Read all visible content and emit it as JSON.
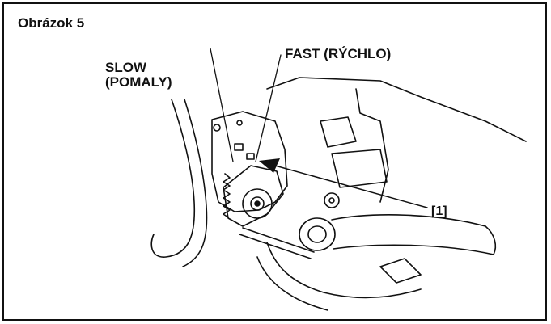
{
  "figure": {
    "title": "Obrázok 5",
    "slow_label": "SLOW",
    "slow_label_alt": "(POMALY)",
    "fast_label": "FAST (RÝCHLO)",
    "callout": "[1]"
  }
}
